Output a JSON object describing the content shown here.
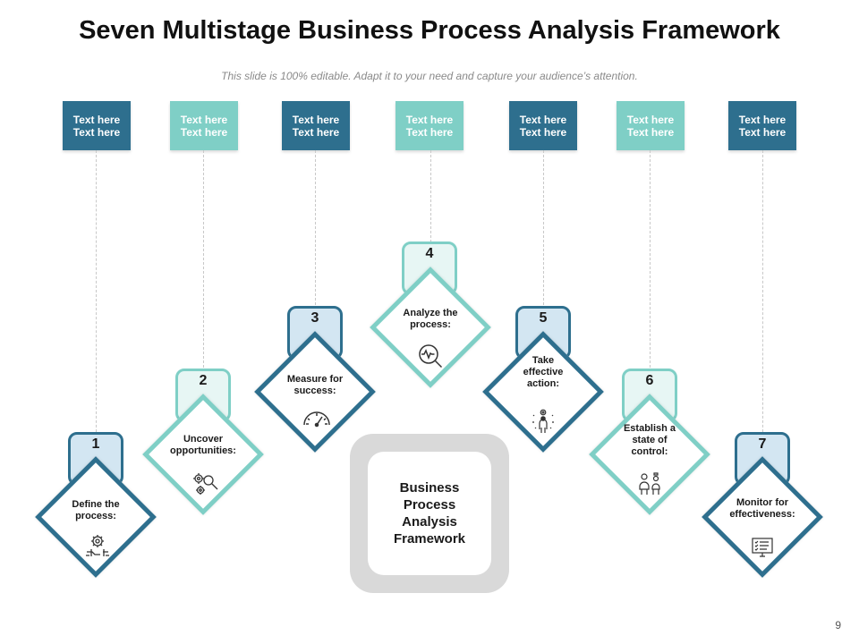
{
  "title": "Seven Multistage Business Process Analysis Framework",
  "subtitle": "This slide is 100% editable. Adapt it to your need and capture your audience’s attention.",
  "center_label": "Business Process Analysis Framework",
  "page_number": "9",
  "colors": {
    "dark": "#2e6f8e",
    "light": "#7fcfc6",
    "tab_dark_fill": "#d3e6f2",
    "tab_light_fill": "#e7f6f4",
    "center_frame": "#d9d9d9"
  },
  "top_boxes": [
    {
      "line1": "Text here",
      "line2": "Text here",
      "tone": "dark"
    },
    {
      "line1": "Text here",
      "line2": "Text here",
      "tone": "light"
    },
    {
      "line1": "Text here",
      "line2": "Text here",
      "tone": "dark"
    },
    {
      "line1": "Text here",
      "line2": "Text here",
      "tone": "light"
    },
    {
      "line1": "Text here",
      "line2": "Text here",
      "tone": "dark"
    },
    {
      "line1": "Text here",
      "line2": "Text here",
      "tone": "light"
    },
    {
      "line1": "Text here",
      "line2": "Text here",
      "tone": "dark"
    }
  ],
  "steps": [
    {
      "number": "1",
      "label": "Define the process:",
      "icon": "process-gear-hand-icon",
      "tone": "dark"
    },
    {
      "number": "2",
      "label": "Uncover opportunities:",
      "icon": "gears-magnifier-icon",
      "tone": "light"
    },
    {
      "number": "3",
      "label": "Measure for success:",
      "icon": "speedometer-icon",
      "tone": "dark"
    },
    {
      "number": "4",
      "label": "Analyze the process:",
      "icon": "magnifier-pulse-icon",
      "tone": "light"
    },
    {
      "number": "5",
      "label": "Take effective action:",
      "icon": "person-gear-icon",
      "tone": "dark"
    },
    {
      "number": "6",
      "label": "Establish a state of control:",
      "icon": "people-control-icon",
      "tone": "light"
    },
    {
      "number": "7",
      "label": "Monitor for effectiveness:",
      "icon": "monitor-checklist-icon",
      "tone": "dark"
    }
  ]
}
